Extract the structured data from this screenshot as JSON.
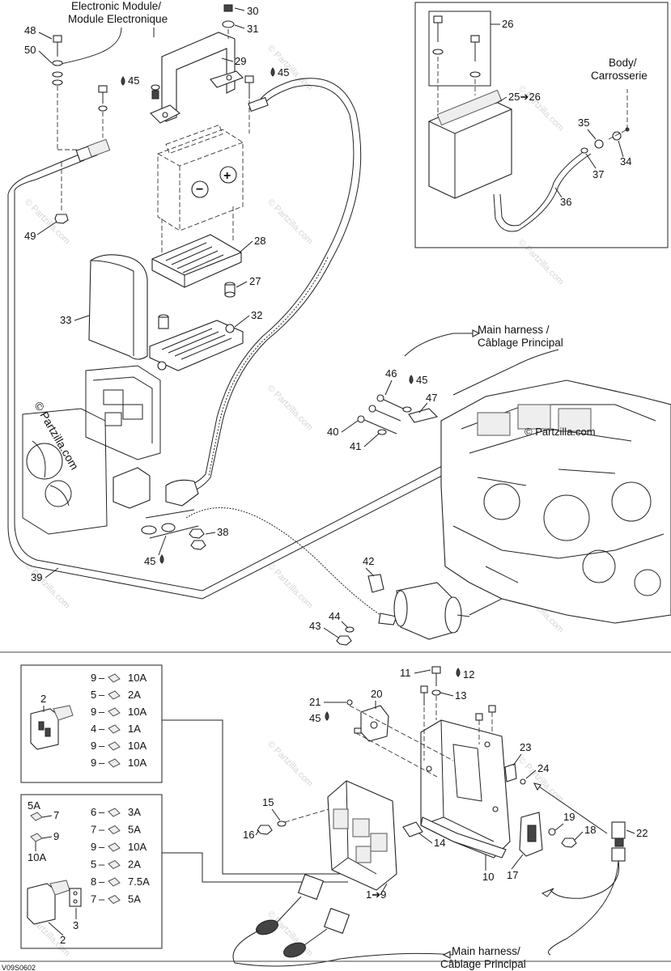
{
  "labels": {
    "electronic_module": [
      "Electronic Module/",
      "Module Electronique"
    ],
    "body": [
      "Body/",
      "Carrosserie"
    ],
    "main_harness_top": [
      "Main harness /",
      "Câblage Principal"
    ],
    "main_harness_bottom": [
      "Main harness/",
      "Câblage Principal"
    ],
    "watermark": "© Partzilla.com",
    "footer_code": "V09S0602"
  },
  "part_numbers": {
    "p48": "48",
    "p50": "50",
    "p45a": "45",
    "p30": "30",
    "p31": "31",
    "p29": "29",
    "p45b": "45",
    "p49": "49",
    "p28": "28",
    "p27": "27",
    "p33": "33",
    "p32": "32",
    "p26": "26",
    "p25": "25➔26",
    "p35": "35",
    "p34": "34",
    "p37": "37",
    "p36": "36",
    "p46": "46",
    "p45c": "45",
    "p47": "47",
    "p40": "40",
    "p41": "41",
    "p38": "38",
    "p45d": "45",
    "p39": "39",
    "p42": "42",
    "p44": "44",
    "p43": "43",
    "p11": "11",
    "p12": "12",
    "p13": "13",
    "p21": "21",
    "p20": "20",
    "p45e": "45",
    "p23": "23",
    "p24": "24",
    "p16": "16",
    "p15": "15",
    "p14": "14",
    "p19": "19",
    "p18": "18",
    "p22": "22",
    "p10": "10",
    "p17": "17",
    "p1_9": "1➔9",
    "box1_2": "2",
    "box2_2": "2",
    "box2_3": "3"
  },
  "fuse_box_1": [
    {
      "num": "9",
      "amp": "10A"
    },
    {
      "num": "5",
      "amp": "2A"
    },
    {
      "num": "9",
      "amp": "10A"
    },
    {
      "num": "4",
      "amp": "1A"
    },
    {
      "num": "9",
      "amp": "10A"
    },
    {
      "num": "9",
      "amp": "10A"
    }
  ],
  "fuse_box_2": [
    {
      "num": "6",
      "amp": "3A"
    },
    {
      "num": "7",
      "amp": "5A"
    },
    {
      "num": "9",
      "amp": "10A"
    },
    {
      "num": "5",
      "amp": "2A"
    },
    {
      "num": "8",
      "amp": "7.5A"
    },
    {
      "num": "7",
      "amp": "5A"
    }
  ],
  "fuse_box_2_left": [
    {
      "amp": "5A",
      "num": "7"
    },
    {
      "amp": "10A",
      "num": "9"
    }
  ],
  "battery_signs": {
    "minus": "−",
    "plus": "+"
  }
}
